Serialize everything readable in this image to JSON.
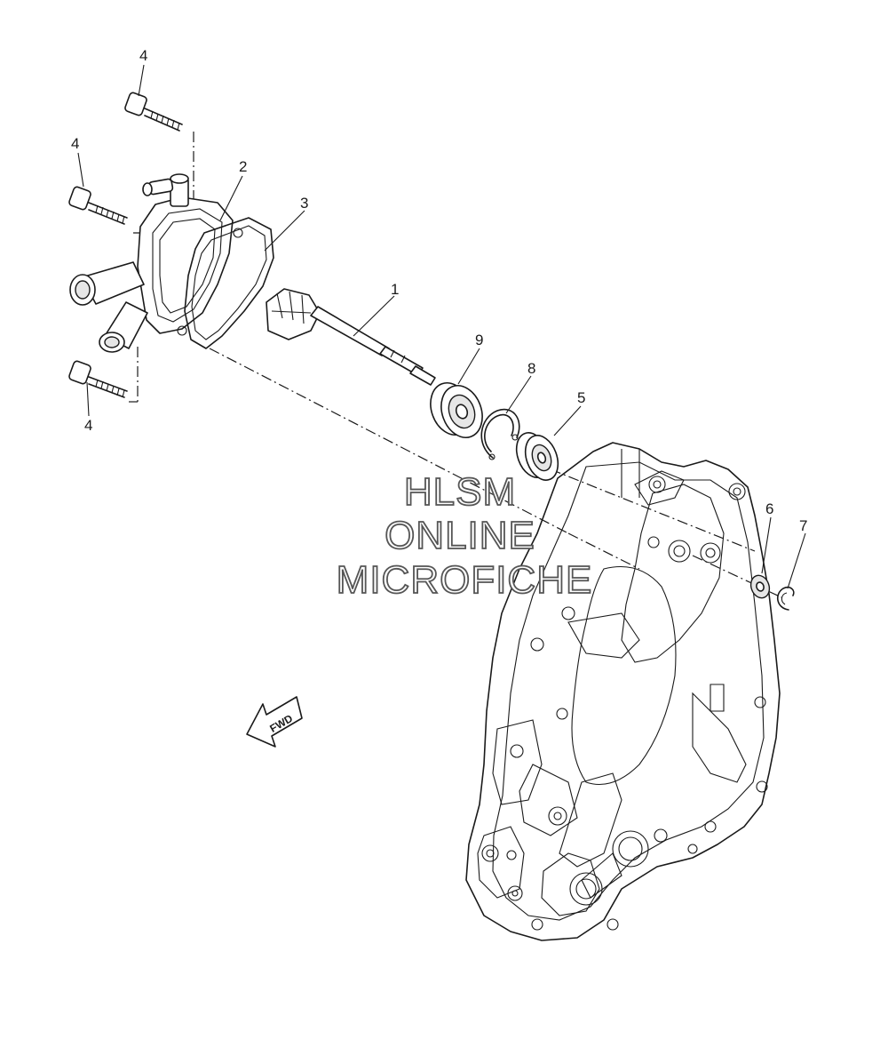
{
  "callouts": {
    "c1": "1",
    "c2": "2",
    "c3": "3",
    "c4a": "4",
    "c4b": "4",
    "c4c": "4",
    "c5": "5",
    "c6": "6",
    "c7": "7",
    "c8": "8",
    "c9": "9"
  },
  "watermark": {
    "line1": "HLSM",
    "line2": "ONLINE",
    "line3": "MICROFICHE"
  },
  "direction_arrow": {
    "label": "FWD"
  }
}
